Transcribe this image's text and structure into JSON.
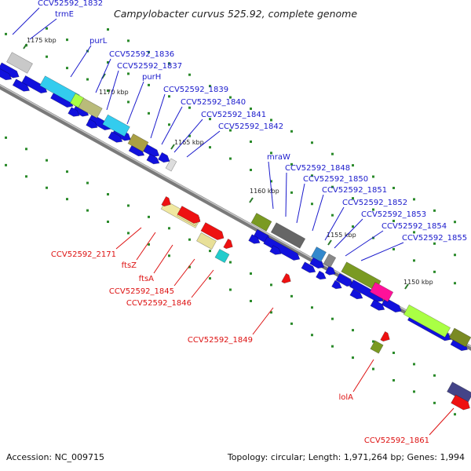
{
  "title": "Campylobacter curvus 525.92, complete genome",
  "footer": {
    "accession": "Accession: NC_009715",
    "topology": "Topology: circular; Length: 1,971,264 bp; Genes: 1,994"
  },
  "ticks": [
    "1175 kbp",
    "1170 kbp",
    "1165 kbp",
    "1160 kbp",
    "1155 kbp",
    "1150 kbp"
  ],
  "forward_genes": [
    "CCV52592_1832",
    "trmE",
    "purL",
    "CCV52592_1836",
    "CCV52592_1837",
    "purH",
    "CCV52592_1839",
    "CCV52592_1840",
    "CCV52592_1841",
    "CCV52592_1842",
    "mraW",
    "CCV52592_1848",
    "CCV52592_1850",
    "CCV52592_1851",
    "CCV52592_1852",
    "CCV52592_1853",
    "CCV52592_1854",
    "CCV52592_1855"
  ],
  "reverse_genes": [
    "CCV52592_2171",
    "ftsZ",
    "ftsA",
    "CCV52592_1845",
    "CCV52592_1846",
    "CCV52592_1849",
    "lolA",
    "CCV52592_1861"
  ],
  "colors": {
    "forward_strand": "#1111dd",
    "reverse_strand": "#ee1111",
    "backbone": "#888888",
    "tick": "#2a7a2a",
    "forward_label": "#1a1acc",
    "reverse_label": "#dd1111"
  }
}
